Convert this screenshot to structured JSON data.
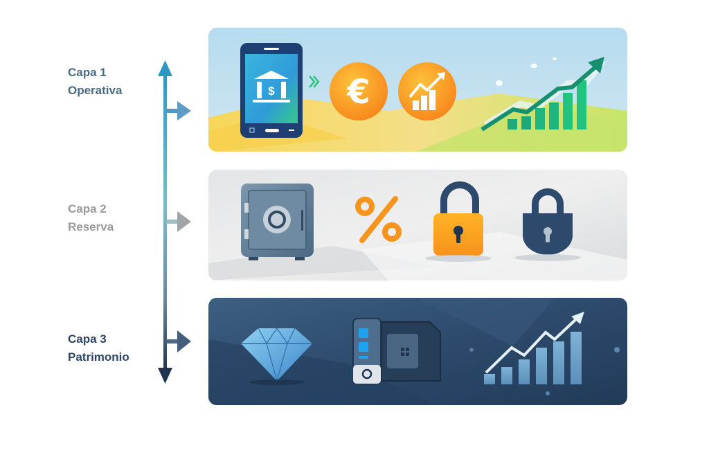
{
  "layers": [
    {
      "id": 1,
      "title": "Capa 1",
      "subtitle": "Operativa",
      "color": "#4a6a80",
      "panel_theme": "light blue / yellow-green landscape",
      "icons": [
        "mobile-banking-icon",
        "transfer-chevrons-icon",
        "euro-coin-icon",
        "growth-coin-icon",
        "green-growth-chart-icon"
      ]
    },
    {
      "id": 2,
      "title": "Capa 2",
      "subtitle": "Reserva",
      "color": "#9a9a9a",
      "panel_theme": "light grey",
      "icons": [
        "safe-vault-icon",
        "percent-icon",
        "orange-padlock-icon",
        "navy-padlock-icon"
      ]
    },
    {
      "id": 3,
      "title": "Capa 3",
      "subtitle": "Patrimonio",
      "color": "#2e4563",
      "panel_theme": "dark navy",
      "icons": [
        "diamond-icon",
        "server-hardware-icon",
        "investment-growth-chart-icon"
      ]
    }
  ],
  "colors": {
    "axis_top": "#2f97bf",
    "axis_mid": "#7fb7c4",
    "axis_bottom": "#1f3350",
    "arrow_1": "#5e9cc6",
    "arrow_2": "#a2a5a8",
    "arrow_3": "#44607e",
    "orange": "#f7941d",
    "green": "#1fae7a",
    "navy": "#2d4a6c"
  }
}
